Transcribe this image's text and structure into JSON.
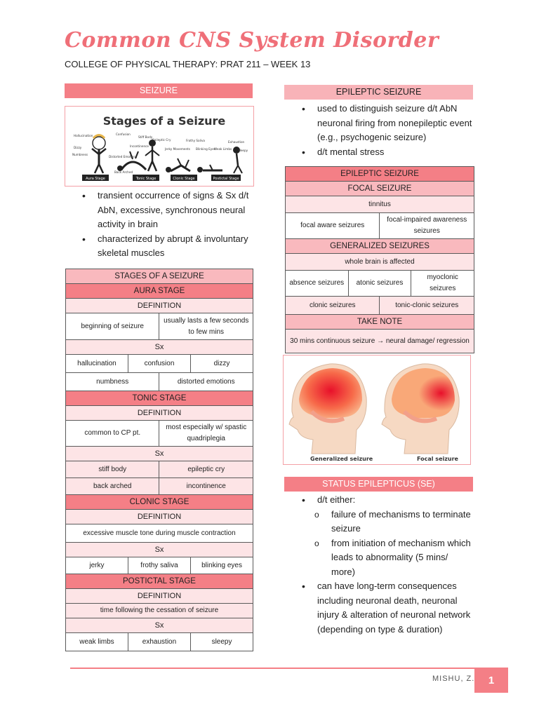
{
  "title": "Common CNS System Disorder",
  "subtitle": "COLLEGE OF PHYSICAL THERAPY: PRAT 211 – WEEK 13",
  "left": {
    "header": "SEIZURE",
    "image": {
      "heading": "Stages of a Seizure",
      "labels": [
        "Hallucination",
        "Confusion",
        "Stiff Body",
        "Epileptic Cry",
        "Frothy Saliva",
        "Exhaustion",
        "Dizzy",
        "Numbness",
        "Incontinence",
        "Jerky Movements",
        "Blinking Eyes",
        "Weak Limbs",
        "Sleepy",
        "Distorted Emotions",
        "Back Arched"
      ],
      "stages": [
        "Aura Stage",
        "Tonic Stage",
        "Clonic Stage",
        "Postictal Stage"
      ]
    },
    "bullets": [
      "transient occurrence of signs & Sx d/t AbN, excessive, synchronous neural activity in brain",
      "characterized by abrupt & involuntary skeletal muscles"
    ],
    "table": {
      "title": "STAGES OF A SEIZURE",
      "definition_label": "DEFINITION",
      "sx_label": "Sx",
      "aura": {
        "name": "AURA STAGE",
        "def": [
          "beginning of seizure",
          "usually lasts a few seconds to few mins"
        ],
        "sx_row1": [
          "hallucination",
          "confusion",
          "dizzy"
        ],
        "sx_row2": [
          "numbness",
          "distorted emotions"
        ]
      },
      "tonic": {
        "name": "TONIC STAGE",
        "def": [
          "common to CP pt.",
          "most especially w/ spastic quadriplegia"
        ],
        "sx_row1": [
          "stiff body",
          "epileptic cry"
        ],
        "sx_row2": [
          "back arched",
          "incontinence"
        ]
      },
      "clonic": {
        "name": "CLONIC STAGE",
        "def": "excessive muscle tone during muscle contraction",
        "sx": [
          "jerky",
          "frothy saliva",
          "blinking eyes"
        ]
      },
      "postictal": {
        "name": "POSTICTAL STAGE",
        "def": "time following the cessation of seizure",
        "sx": [
          "weak limbs",
          "exhaustion",
          "sleepy"
        ]
      }
    }
  },
  "right": {
    "header": "EPILEPTIC SEIZURE",
    "bullets": [
      "used to distinguish seizure d/t AbN neuronal firing from nonepileptic event (e.g., psychogenic seizure)",
      "d/t mental stress"
    ],
    "table": {
      "title": "EPILEPTIC SEIZURE",
      "focal": {
        "name": "FOCAL SEIZURE",
        "desc": "tinnitus",
        "types": [
          "focal aware seizures",
          "focal-impaired awareness seizures"
        ]
      },
      "generalized": {
        "name": "GENERALIZED SEIZURES",
        "desc": "whole brain is affected",
        "row1": [
          "absence seizures",
          "atonic seizures",
          "myoclonic seizures"
        ],
        "row2": [
          "clonic seizures",
          "tonic-clonic seizures"
        ]
      },
      "note": {
        "name": "TAKE NOTE",
        "text": "30 mins continuous seizure → neural damage/ regression"
      }
    },
    "figure": {
      "left_caption": "Generalized seizure",
      "right_caption": "Focal seizure"
    },
    "se": {
      "header": "STATUS EPILEPTICUS (SE)",
      "bullet1": "d/t either:",
      "sub": [
        "failure of mechanisms to terminate seizure",
        "from initiation of mechanism which leads to abnormality (5 mins/ more)"
      ],
      "bullet2": "can have long-term consequences including neuronal death, neuronal injury & alteration of neuronal network (depending on type & duration)"
    }
  },
  "footer": {
    "author": "MISHU, Z.",
    "page": "1"
  },
  "colors": {
    "accent": "#f47f86",
    "accent_light": "#f9b9be",
    "cell": "#fde4e6"
  }
}
